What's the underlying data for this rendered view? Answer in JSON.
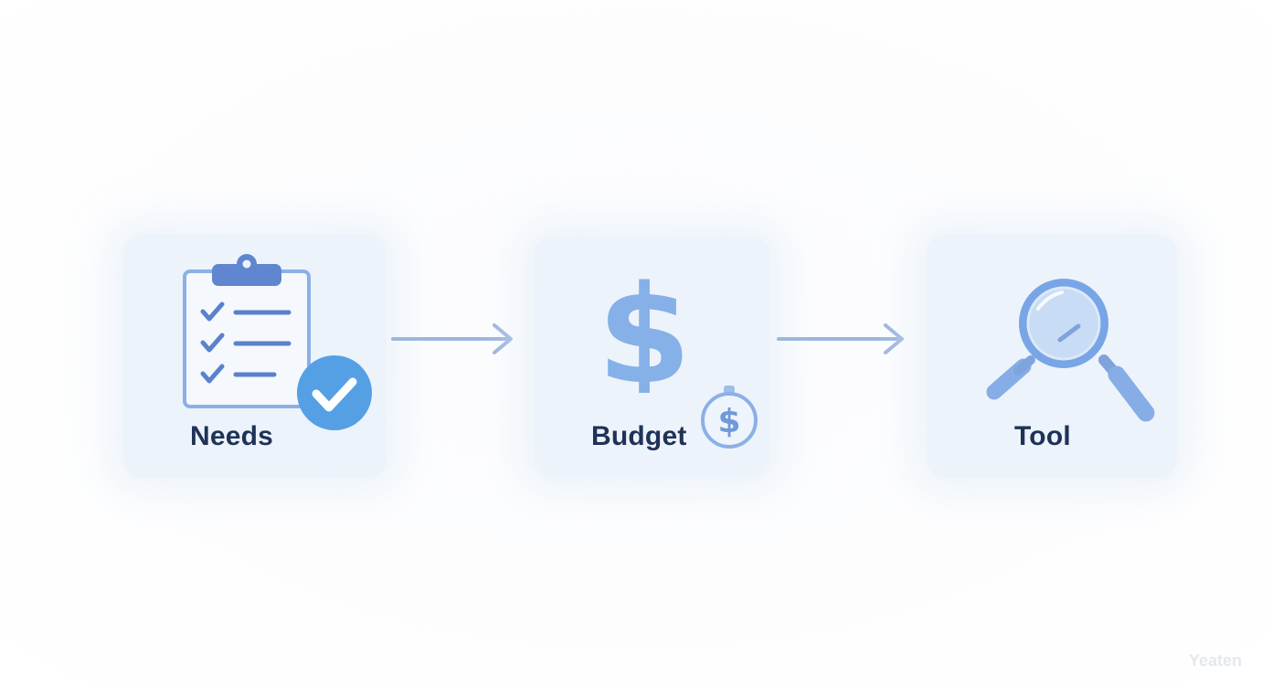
{
  "steps": [
    {
      "label": "Needs",
      "icon": "clipboard-checklist-icon"
    },
    {
      "label": "Budget",
      "icon": "dollar-sign-icon"
    },
    {
      "label": "Tool",
      "icon": "magnifying-glass-icon"
    }
  ],
  "connectors": [
    "arrow-right-icon",
    "arrow-right-icon"
  ],
  "watermark": "Yeaten",
  "colors": {
    "card_fill": "#edf3fb",
    "icon_primary": "#7fa8e3",
    "icon_dark": "#5a82cb",
    "check_badge": "#55a0e4",
    "label_text": "#1f3257",
    "arrow": "#9db6de"
  }
}
